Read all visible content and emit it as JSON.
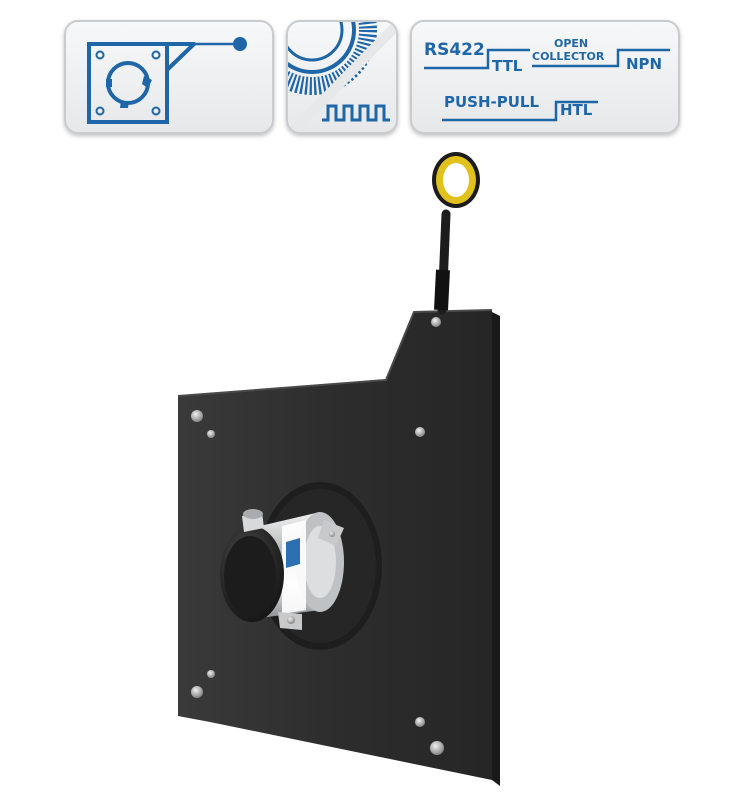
{
  "badges": {
    "mount": {
      "icon": "draw-wire-mount-icon"
    },
    "encoder": {
      "icon": "incremental-encoder-disc-icon"
    },
    "outputs": {
      "rs422": "RS422",
      "ttl": "TTL",
      "open": "OPEN",
      "collector": "COLLECTOR",
      "npn": "NPN",
      "push_pull": "PUSH-PULL",
      "htl": "HTL"
    }
  },
  "product": {
    "icon": "draw-wire-encoder-photo"
  },
  "colors": {
    "accent_blue": "#1f66a8",
    "badge_border": "#c9cccf",
    "housing": "#2b2b2b",
    "ring_yellow": "#e1c21c"
  }
}
